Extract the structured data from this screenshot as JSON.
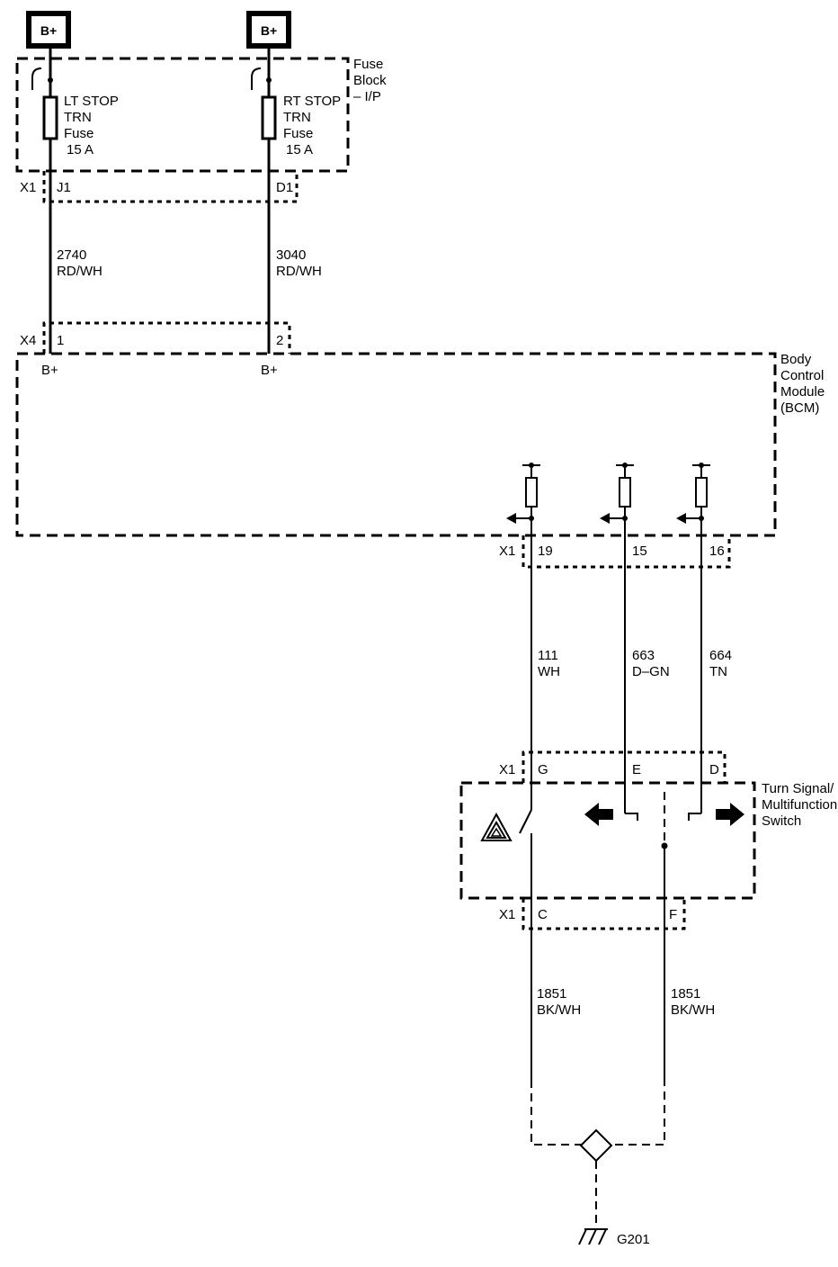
{
  "power": {
    "left": "B+",
    "right": "B+"
  },
  "fuse_block": {
    "label": [
      "Fuse",
      "Block",
      "– I/P"
    ],
    "left_fuse": [
      "LT STOP",
      "TRN",
      "Fuse",
      "15 A"
    ],
    "right_fuse": [
      "RT STOP",
      "TRN",
      "Fuse",
      "15 A"
    ]
  },
  "connector_fb": {
    "name": "X1",
    "left_pin": "J1",
    "right_pin": "D1"
  },
  "wires_top": {
    "left": {
      "circuit": "2740",
      "color": "RD/WH"
    },
    "right": {
      "circuit": "3040",
      "color": "RD/WH"
    }
  },
  "connector_bcm_x4": {
    "name": "X4",
    "left_pin": "1",
    "right_pin": "2"
  },
  "bcm": {
    "label": [
      "Body",
      "Control",
      "Module",
      "(BCM)"
    ],
    "left_terminal": "B+",
    "right_terminal": "B+"
  },
  "connector_bcm_x1": {
    "name": "X1",
    "pins": [
      "19",
      "15",
      "16"
    ]
  },
  "wires_mid": [
    {
      "circuit": "111",
      "color": "WH"
    },
    {
      "circuit": "663",
      "color": "D–GN"
    },
    {
      "circuit": "664",
      "color": "TN"
    }
  ],
  "connector_sw_top": {
    "name": "X1",
    "pins": [
      "G",
      "E",
      "D"
    ]
  },
  "switch": {
    "label": [
      "Turn Signal/",
      "Multifunction",
      "Switch"
    ]
  },
  "connector_sw_bottom": {
    "name": "X1",
    "pins": [
      "C",
      "F"
    ]
  },
  "wires_bottom": [
    {
      "circuit": "1851",
      "color": "BK/WH"
    },
    {
      "circuit": "1851",
      "color": "BK/WH"
    }
  ],
  "ground": {
    "label": "G201"
  }
}
